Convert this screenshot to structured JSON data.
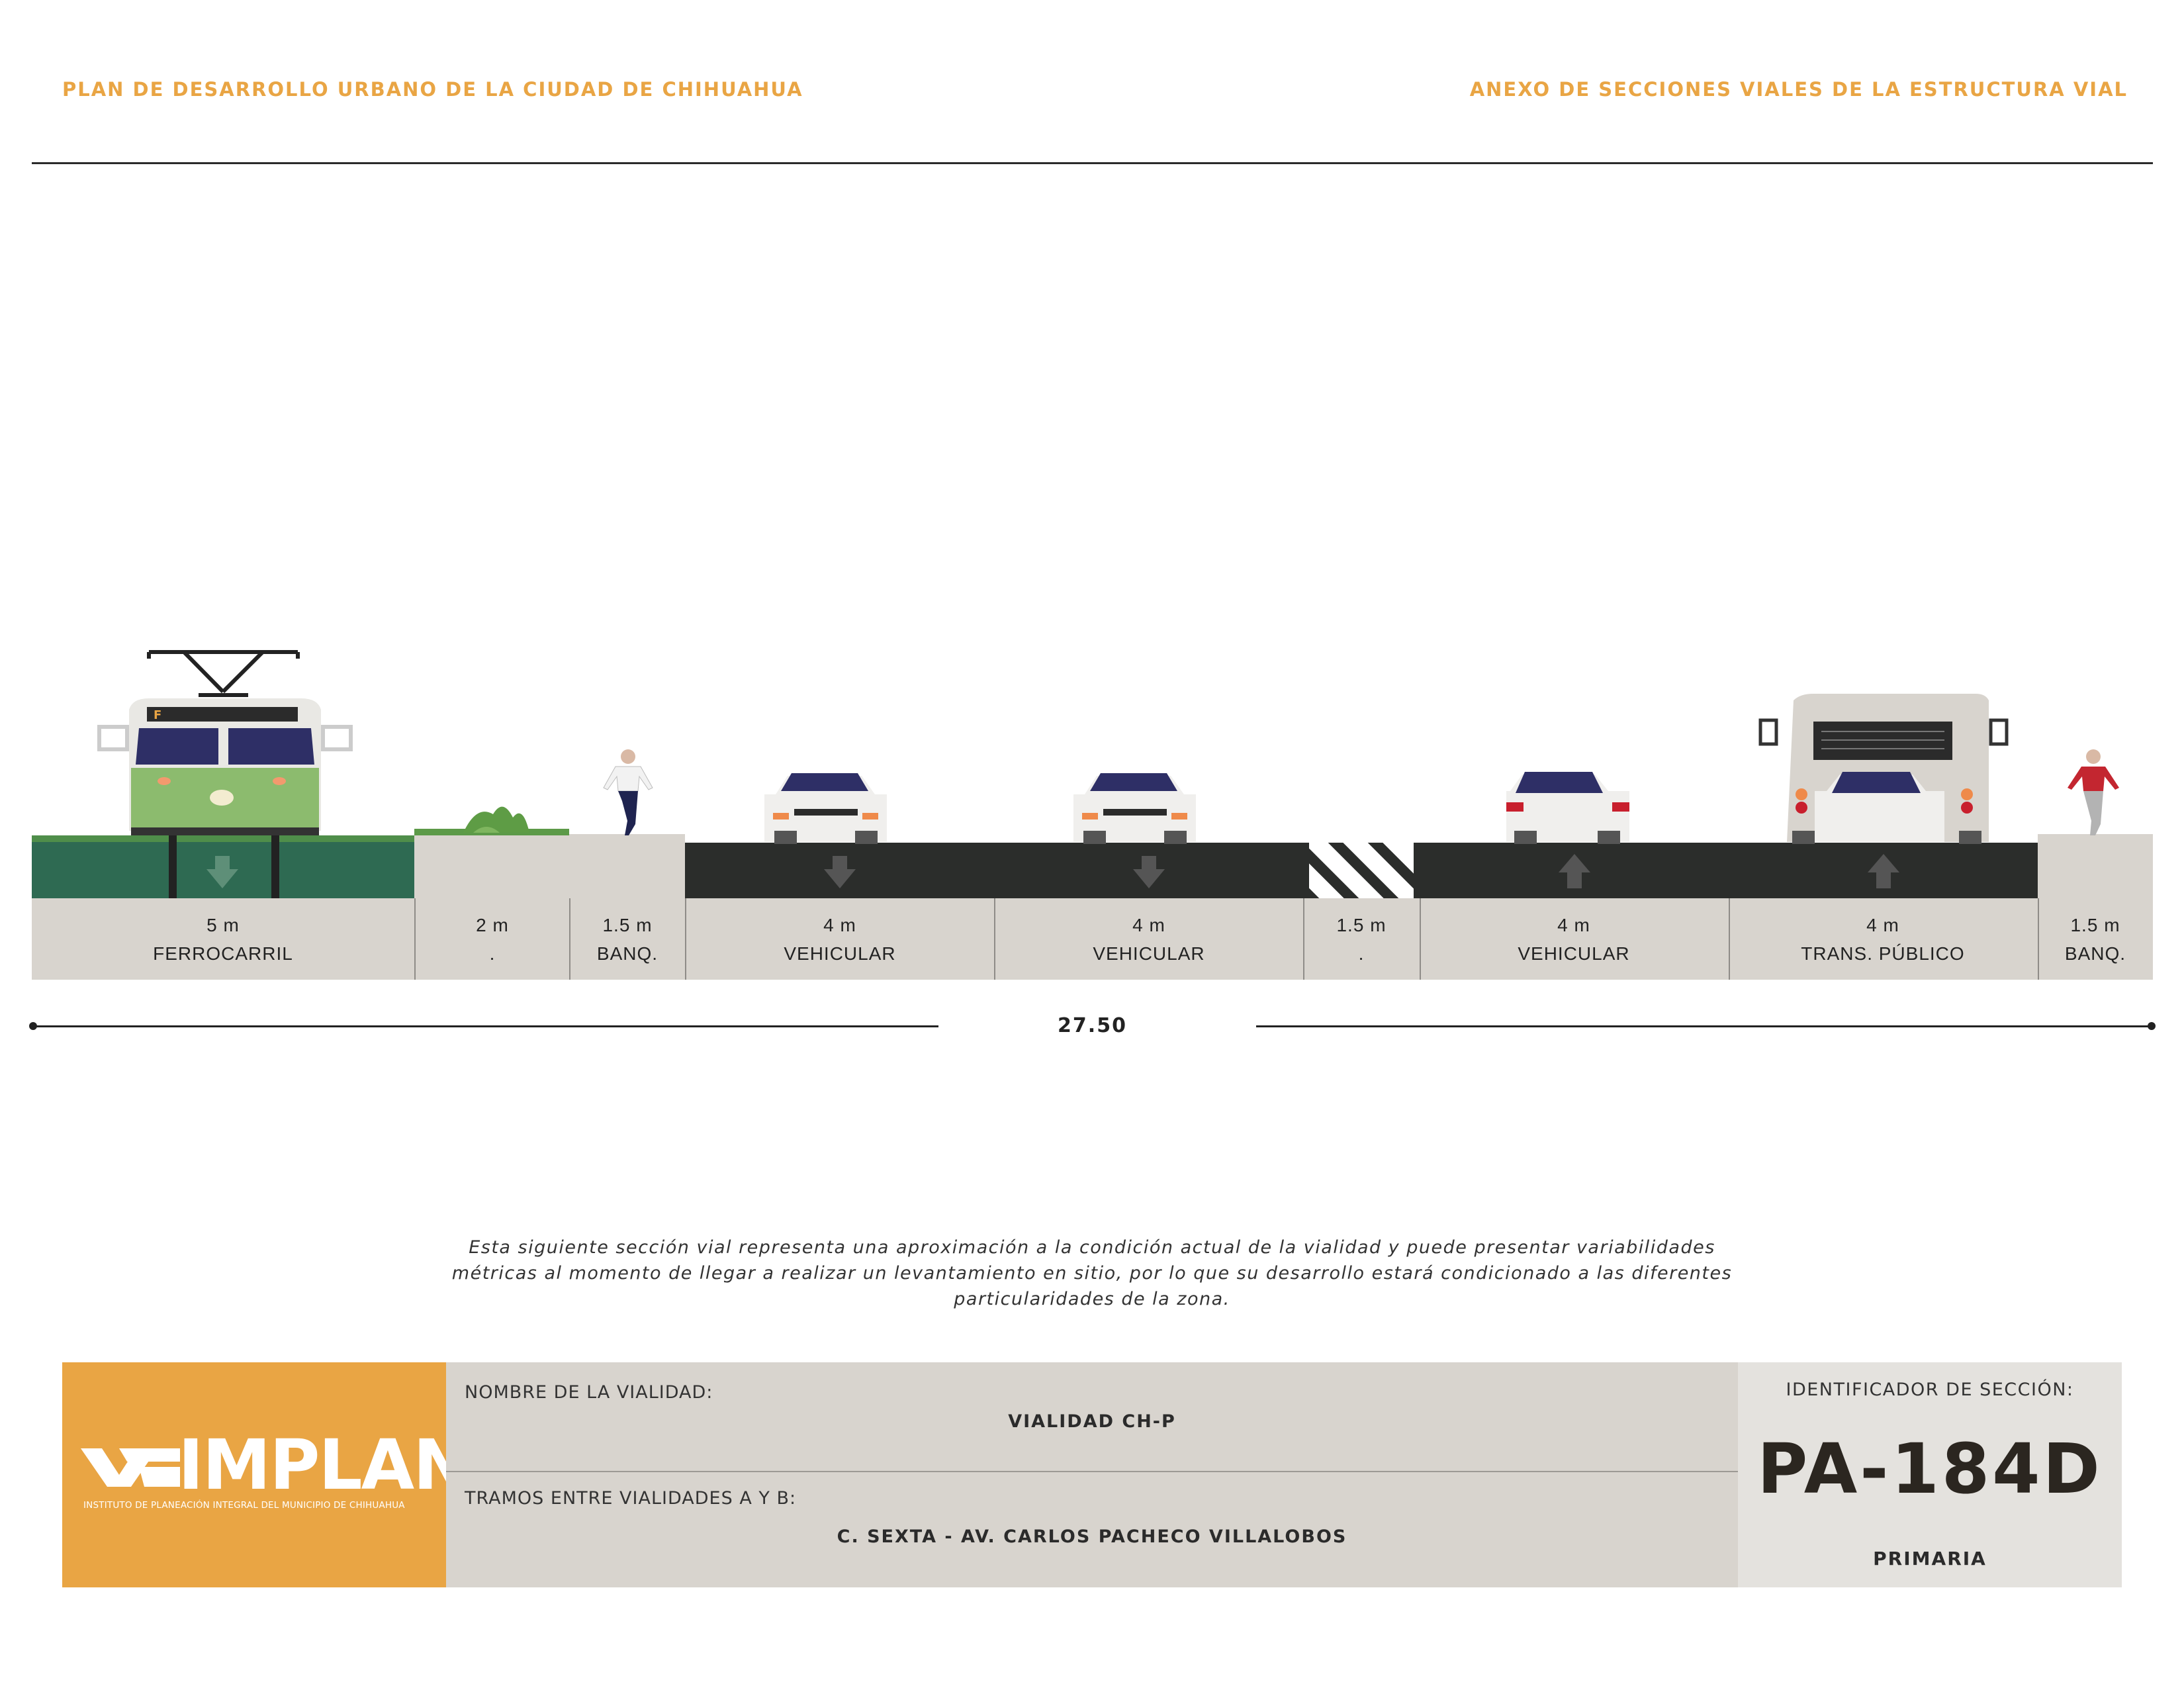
{
  "header": {
    "left_title": "PLAN DE DESARROLLO URBANO DE LA CIUDAD DE CHIHUAHUA",
    "right_title": "ANEXO DE SECCIONES VIALES DE LA ESTRUCTURA VIAL"
  },
  "section": {
    "lanes": [
      {
        "width": "5 m",
        "label": "FERROCARRIL",
        "type": "rail"
      },
      {
        "width": "2 m",
        "label": ".",
        "type": "planter"
      },
      {
        "width": "1.5 m",
        "label": "BANQ.",
        "type": "sidewalk"
      },
      {
        "width": "4 m",
        "label": "VEHICULAR",
        "type": "road-down"
      },
      {
        "width": "4 m",
        "label": "VEHICULAR",
        "type": "road-down"
      },
      {
        "width": "1.5 m",
        "label": ".",
        "type": "median-hatched"
      },
      {
        "width": "4 m",
        "label": "VEHICULAR",
        "type": "road-up"
      },
      {
        "width": "4 m",
        "label": "TRANS. PÚBLICO",
        "type": "road-up-bus"
      },
      {
        "width": "1.5 m",
        "label": "BANQ.",
        "type": "sidewalk"
      }
    ],
    "total_width": "27.50",
    "train_sign": "F"
  },
  "note": "Esta siguiente sección vial representa una aproximación a la condición actual de la vialidad y puede presentar variabilidades métricas al momento de llegar a realizar un levantamiento en sitio, por lo que su desarrollo estará condicionado a las diferentes particularidades de la zona.",
  "footer": {
    "logo_text": "IMPLAN",
    "logo_subtitle": "INSTITUTO DE PLANEACIÓN INTEGRAL DEL MUNICIPIO DE CHIHUAHUA",
    "road_name_label": "NOMBRE DE LA VIALIDAD:",
    "road_name": "VIALIDAD CH-P",
    "segment_label": "TRAMOS ENTRE VIALIDADES A Y B:",
    "segment": "C. SEXTA - AV. CARLOS PACHECO VILLALOBOS",
    "id_label": "IDENTIFICADOR DE SECCIÓN:",
    "id_code": "PA-184D",
    "classification": "PRIMARIA"
  },
  "colors": {
    "accent": "#E9A544",
    "road": "#2B2D2B",
    "rail_bed": "#2E6A52",
    "sidewalk": "#D8D4CE",
    "info_panel": "#D8D4CE",
    "id_panel": "#E4E2DE"
  }
}
